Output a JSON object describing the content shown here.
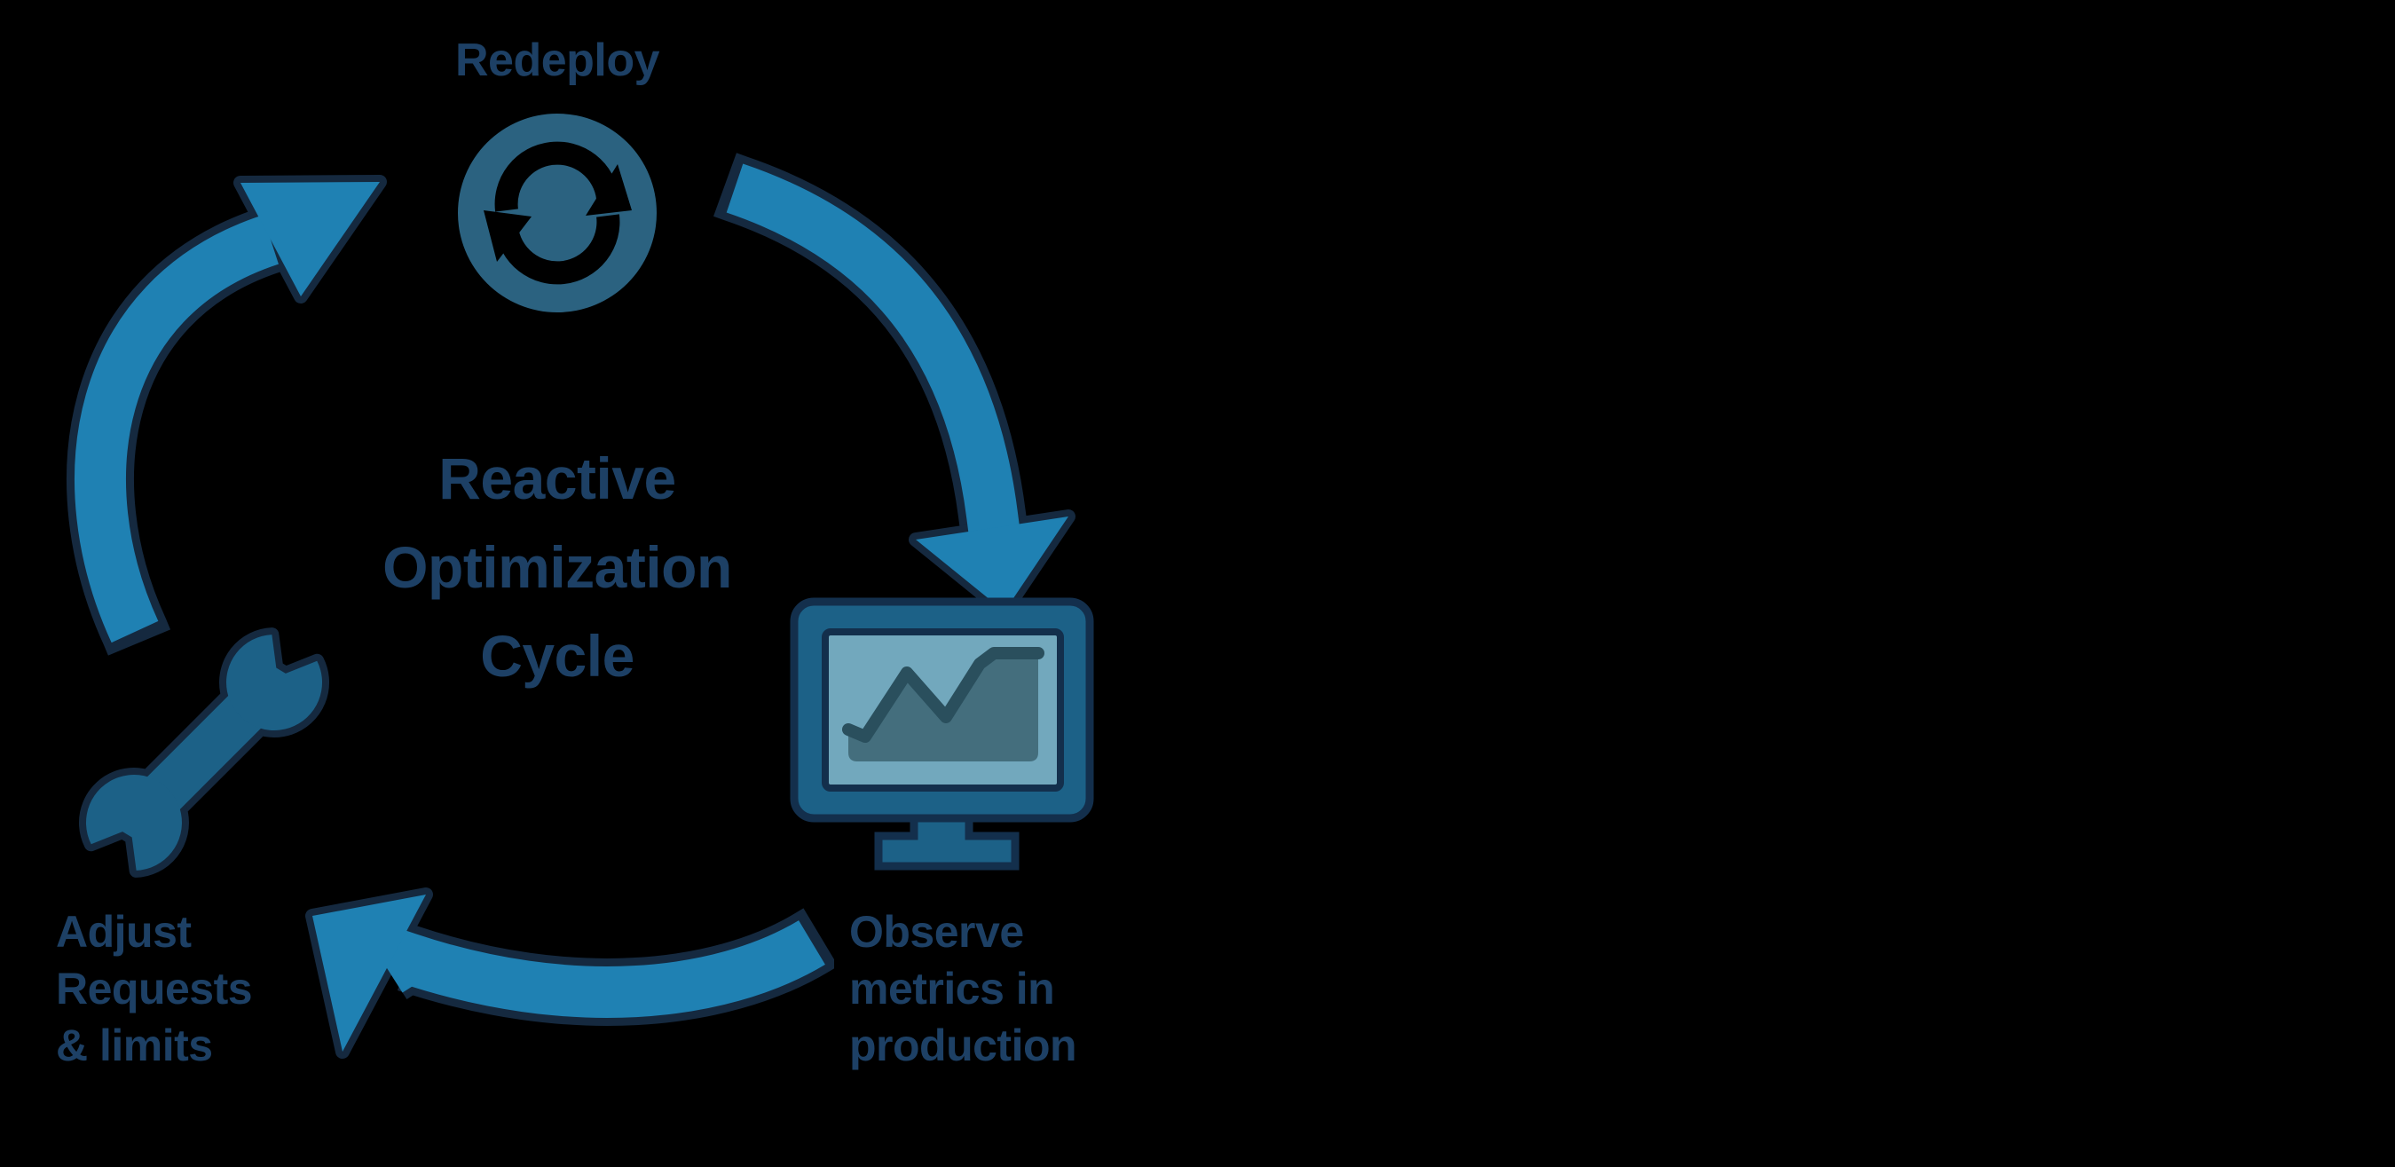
{
  "diagram": {
    "title": "Reactive Optimization Cycle",
    "steps": [
      {
        "id": "redeploy",
        "label": "Redeploy",
        "icon": "refresh-icon"
      },
      {
        "id": "observe",
        "label": "Observe metrics in production",
        "icon": "monitor-chart-icon"
      },
      {
        "id": "adjust",
        "label": "Adjust Requests & limits",
        "icon": "wrench-icon"
      }
    ],
    "arrows": [
      {
        "from": "redeploy",
        "to": "observe"
      },
      {
        "from": "observe",
        "to": "adjust"
      },
      {
        "from": "adjust",
        "to": "redeploy"
      }
    ]
  },
  "colors": {
    "background": "#000000",
    "text": "#1d4065",
    "arrow_fill": "#1f81b3",
    "arrow_outline": "#15293f",
    "refresh_circle_fill": "#2b6280",
    "panel_fill": "#1c6187",
    "screen_fill": "#72a8bd",
    "screen_outline": "#132f4c",
    "chart_area": "#446e7d",
    "chart_line": "#2a4f5d"
  }
}
